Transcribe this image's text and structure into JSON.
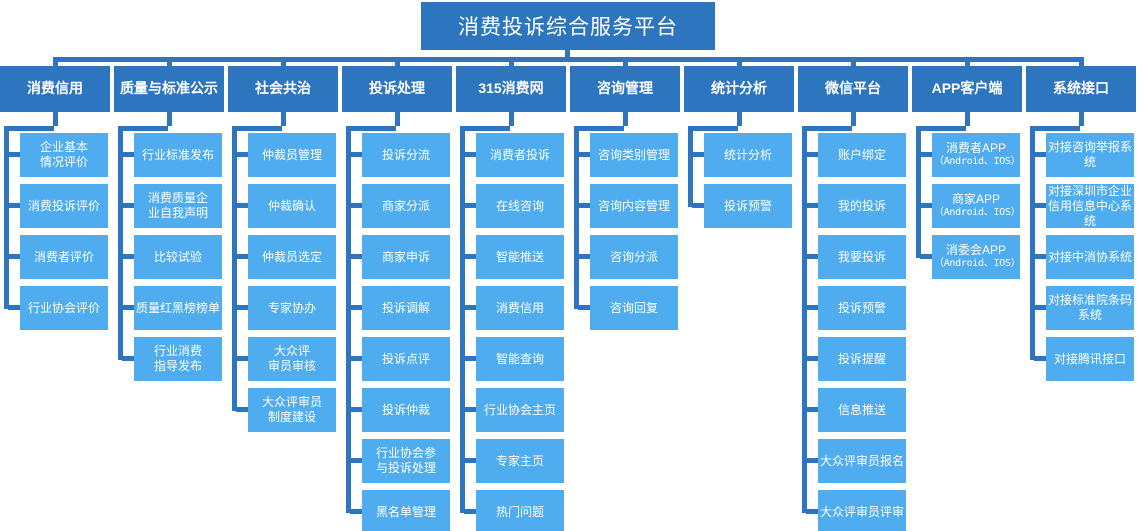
{
  "title": "消费投诉综合服务平台",
  "colors": {
    "header": "#2E75C0",
    "node": "#4FACEE",
    "connector": "#2E75C0",
    "text": "#FFFFFF",
    "background": "#FFFFFF"
  },
  "columns": [
    {
      "header": "消费信用",
      "items": [
        {
          "lines": [
            "企业基本",
            "情况评价"
          ]
        },
        {
          "lines": [
            "消费投诉评价"
          ]
        },
        {
          "lines": [
            "消费者评价"
          ]
        },
        {
          "lines": [
            "行业协会评价"
          ]
        }
      ]
    },
    {
      "header": "质量与标准公示",
      "items": [
        {
          "lines": [
            "行业标准发布"
          ]
        },
        {
          "lines": [
            "消费质量企",
            "业自我声明"
          ]
        },
        {
          "lines": [
            "比较试验"
          ]
        },
        {
          "lines": [
            "质量红黑榜榜单"
          ]
        },
        {
          "lines": [
            "行业消费",
            "指导发布"
          ]
        }
      ]
    },
    {
      "header": "社会共治",
      "items": [
        {
          "lines": [
            "仲裁员管理"
          ]
        },
        {
          "lines": [
            "仲裁确认"
          ]
        },
        {
          "lines": [
            "仲裁员选定"
          ]
        },
        {
          "lines": [
            "专家协办"
          ]
        },
        {
          "lines": [
            "大众评",
            "审员审核"
          ]
        },
        {
          "lines": [
            "大众评审员",
            "制度建设"
          ]
        }
      ]
    },
    {
      "header": "投诉处理",
      "items": [
        {
          "lines": [
            "投诉分流"
          ]
        },
        {
          "lines": [
            "商家分派"
          ]
        },
        {
          "lines": [
            "商家申诉"
          ]
        },
        {
          "lines": [
            "投诉调解"
          ]
        },
        {
          "lines": [
            "投诉点评"
          ]
        },
        {
          "lines": [
            "投诉仲裁"
          ]
        },
        {
          "lines": [
            "行业协会参",
            "与投诉处理"
          ]
        },
        {
          "lines": [
            "黑名单管理"
          ]
        }
      ]
    },
    {
      "header": "315消费网",
      "items": [
        {
          "lines": [
            "消费者投诉"
          ]
        },
        {
          "lines": [
            "在线咨询"
          ]
        },
        {
          "lines": [
            "智能推送"
          ]
        },
        {
          "lines": [
            "消费信用"
          ]
        },
        {
          "lines": [
            "智能查询"
          ]
        },
        {
          "lines": [
            "行业协会主页"
          ]
        },
        {
          "lines": [
            "专家主页"
          ]
        },
        {
          "lines": [
            "热门问题"
          ]
        }
      ]
    },
    {
      "header": "咨询管理",
      "items": [
        {
          "lines": [
            "咨询类别管理"
          ]
        },
        {
          "lines": [
            "咨询内容管理"
          ]
        },
        {
          "lines": [
            "咨询分派"
          ]
        },
        {
          "lines": [
            "咨询回复"
          ]
        }
      ]
    },
    {
      "header": "统计分析",
      "items": [
        {
          "lines": [
            "统计分析"
          ]
        },
        {
          "lines": [
            "投诉预警"
          ]
        }
      ]
    },
    {
      "header": "微信平台",
      "items": [
        {
          "lines": [
            "账户绑定"
          ]
        },
        {
          "lines": [
            "我的投诉"
          ]
        },
        {
          "lines": [
            "我要投诉"
          ]
        },
        {
          "lines": [
            "投诉预警"
          ]
        },
        {
          "lines": [
            "投诉提醒"
          ]
        },
        {
          "lines": [
            "信息推送"
          ]
        },
        {
          "lines": [
            "大众评审员报名"
          ]
        },
        {
          "lines": [
            "大众评审员评审"
          ]
        }
      ]
    },
    {
      "header": "APP客户端",
      "items": [
        {
          "lines": [
            "消费者APP",
            "（Android、IOS）"
          ],
          "sub": true
        },
        {
          "lines": [
            "商家APP",
            "（Android、IOS）"
          ],
          "sub": true
        },
        {
          "lines": [
            "消委会APP",
            "（Android、IOS）"
          ],
          "sub": true
        }
      ]
    },
    {
      "header": "系统接口",
      "items": [
        {
          "lines": [
            "对接咨询举报系统"
          ]
        },
        {
          "lines": [
            "对接深圳市企业",
            "信用信息中心系统"
          ]
        },
        {
          "lines": [
            "对接中消协系统"
          ]
        },
        {
          "lines": [
            "对接标准院条码系统"
          ]
        },
        {
          "lines": [
            "对接腾讯接口"
          ]
        }
      ]
    }
  ]
}
